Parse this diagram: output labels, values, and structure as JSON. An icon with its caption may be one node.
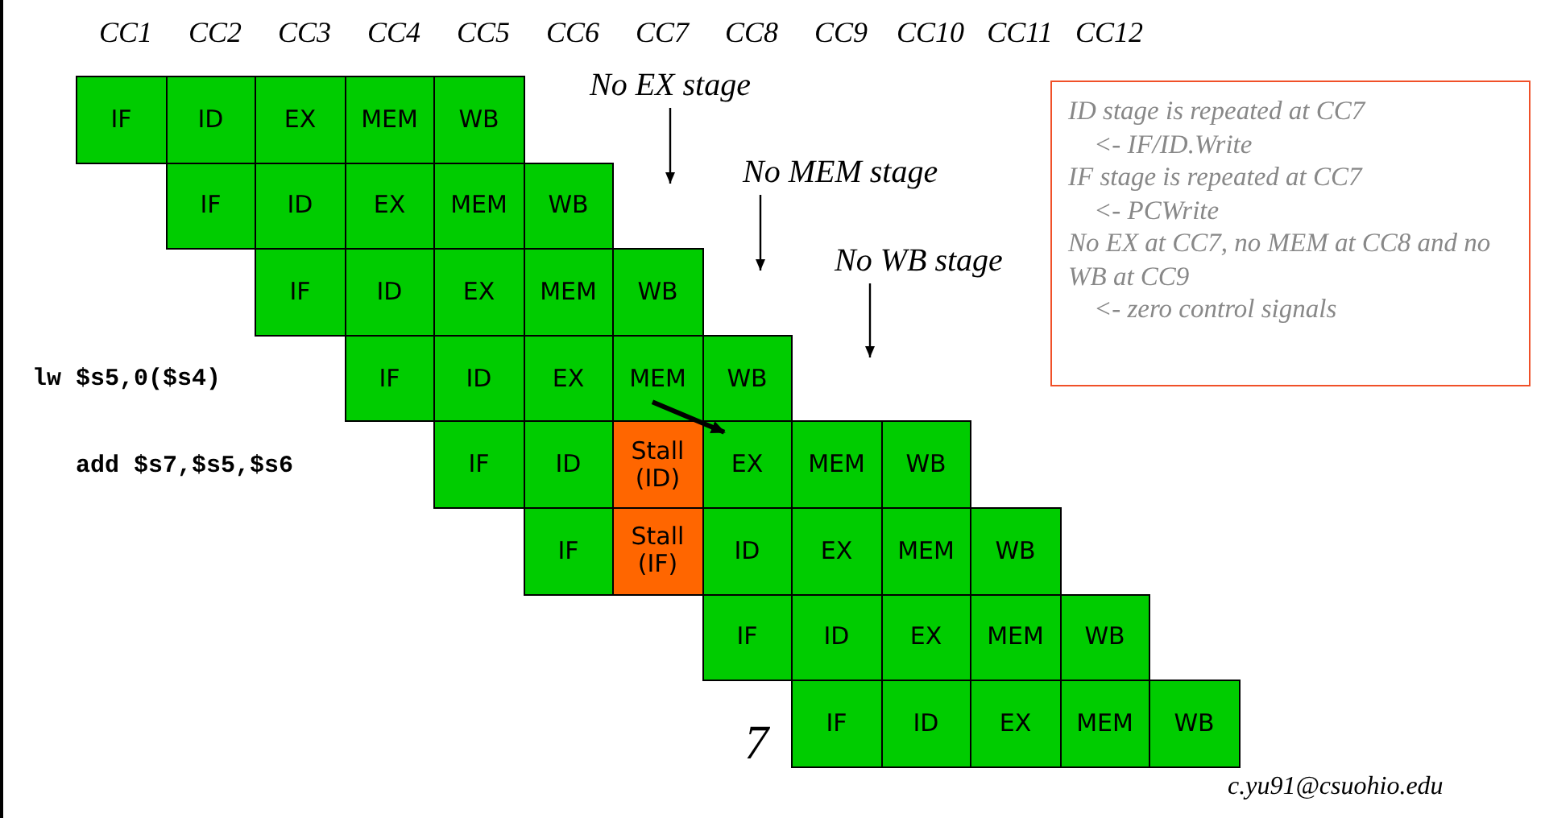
{
  "diagram": {
    "nodes": [
      {
        "text": [
          "IF"
        ]
      },
      {
        "text": [
          "ID"
        ]
      },
      {
        "text": [
          "EX"
        ]
      },
      {
        "text": [
          "MEM"
        ]
      },
      {
        "text": [
          "WB"
        ]
      },
      {
        "text": [
          "No EX stage"
        ]
      },
      {
        "text": [
          "ID stage is repeated at CC7",
          "<- IF/ID.Write",
          "IF stage is repeated at CC7",
          "<- PCWrite",
          "No EX at CC7, no MEM at CC8 and no WB at CC9",
          "<- zero control signals"
        ]
      },
      {
        "text": [
          "IF"
        ]
      },
      {
        "text": [
          "ID"
        ]
      },
      {
        "text": [
          "EX"
        ]
      },
      {
        "text": [
          "MEM"
        ]
      },
      {
        "text": [
          "WB"
        ]
      },
      {
        "text": [
          "No MEM stage"
        ]
      },
      {
        "text": [
          "IF"
        ]
      },
      {
        "text": [
          "ID"
        ]
      },
      {
        "text": [
          "EX"
        ]
      },
      {
        "text": [
          "MEM"
        ]
      },
      {
        "text": [
          "WB"
        ]
      },
      {
        "text": [
          "No WB stage"
        ]
      },
      {
        "text": [
          "IF"
        ]
      },
      {
        "text": [
          "ID"
        ]
      },
      {
        "text": [
          "EX"
        ]
      },
      {
        "text": [
          "MEM"
        ]
      },
      {
        "text": [
          "WB"
        ]
      },
      {
        "text": [
          "IF"
        ]
      },
      {
        "text": [
          "ID"
        ]
      },
      {
        "text": [
          "Stall (ID)"
        ]
      },
      {
        "text": [
          "EX"
        ]
      },
      {
        "text": [
          "MEM"
        ]
      },
      {
        "text": [
          "WB"
        ]
      },
      {
        "text": [
          "IF"
        ]
      },
      {
        "text": [
          "Stall (IF)"
        ]
      },
      {
        "text": [
          "ID"
        ]
      },
      {
        "text": [
          "EX"
        ]
      },
      {
        "text": [
          "MEM"
        ]
      },
      {
        "text": [
          "WB"
        ]
      },
      {
        "text": [
          "IF"
        ]
      },
      {
        "text": [
          "ID"
        ]
      },
      {
        "text": [
          "EX"
        ]
      },
      {
        "text": [
          "MEM"
        ]
      },
      {
        "text": [
          "WB"
        ]
      },
      {
        "text": [
          "IF"
        ]
      },
      {
        "text": [
          "ID"
        ]
      },
      {
        "text": [
          "EX"
        ]
      },
      {
        "text": [
          "MEM"
        ]
      },
      {
        "text": [
          "WB"
        ]
      }
    ],
    "edges": [
      {
        "from": 5,
        "to": null,
        "arrow": "to"
      },
      {
        "from": 12,
        "to": null,
        "arrow": "to"
      },
      {
        "from": 18,
        "to": null,
        "arrow": "to"
      },
      {
        "from": 22,
        "to": 27,
        "arrow": "to",
        "style": "thick"
      }
    ],
    "labels": [
      "CC1",
      "CC2",
      "CC3",
      "CC4",
      "CC5",
      "CC6",
      "CC7",
      "CC8",
      "CC9",
      "CC10",
      "CC11",
      "CC12",
      "lw $s5,0($s4)",
      "add $s7,$s5,$s6",
      "7",
      "c.yu91@csuohio.edu"
    ]
  }
}
